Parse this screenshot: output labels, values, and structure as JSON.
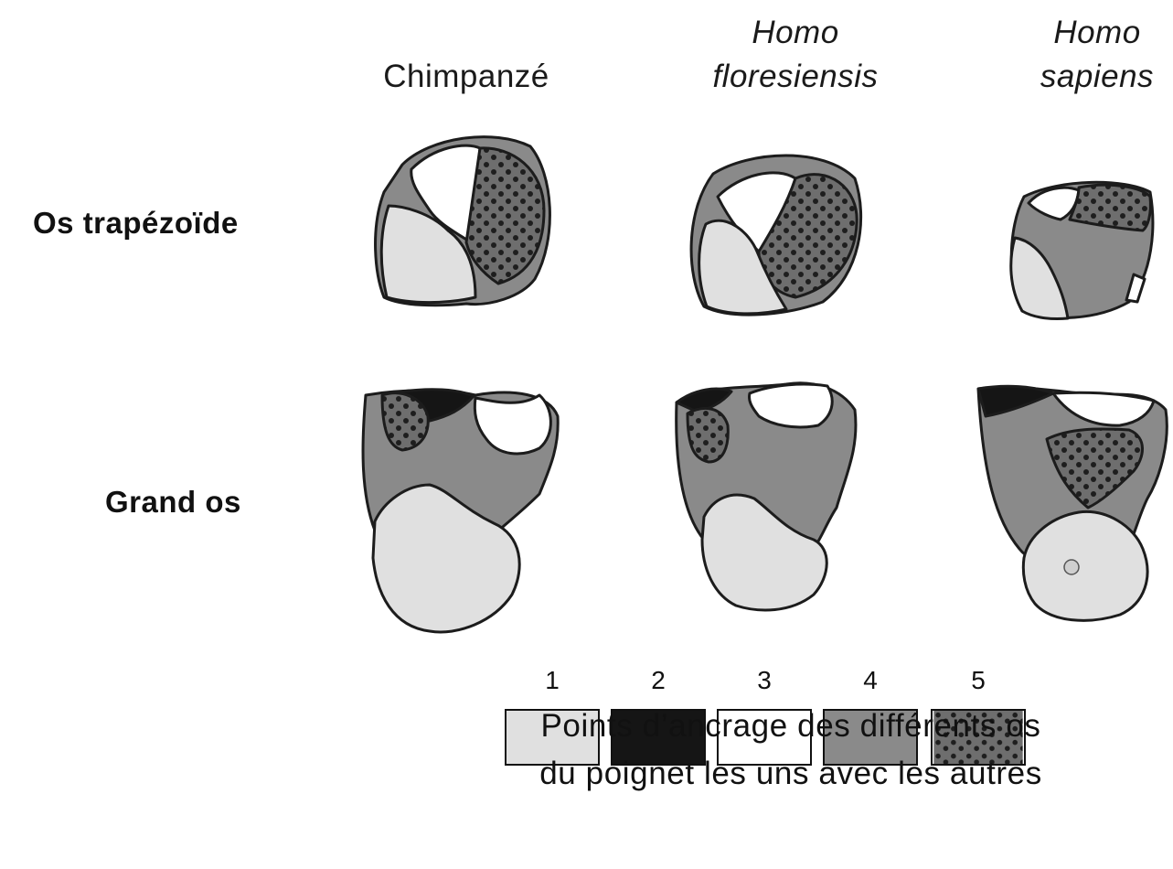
{
  "columns": [
    {
      "line1": "",
      "line2": "Chimpanzé",
      "italic": false
    },
    {
      "line1": "Homo",
      "line2": "floresiensis",
      "italic": true
    },
    {
      "line1": "Homo",
      "line2": "sapiens",
      "italic": true
    }
  ],
  "rows": [
    "Os trapézoïde",
    "Grand os"
  ],
  "legend": {
    "items": [
      {
        "number": "1",
        "color": "#e0e0e0"
      },
      {
        "number": "2",
        "color": "#151515"
      },
      {
        "number": "3",
        "color": "#ffffff"
      },
      {
        "number": "4",
        "color": "#8a8a8a"
      },
      {
        "number": "5",
        "color": "#6e6e6e",
        "pattern": "dotted"
      }
    ],
    "caption_line1": "Points d’ancrage des différents os",
    "caption_line2": "du poignet les uns avec les autres"
  },
  "colors": {
    "light": "#e0e0e0",
    "black": "#151515",
    "white": "#ffffff",
    "grey": "#8a8a8a",
    "dotted_bg": "#6e6e6e",
    "outline": "#1c1c1c"
  }
}
